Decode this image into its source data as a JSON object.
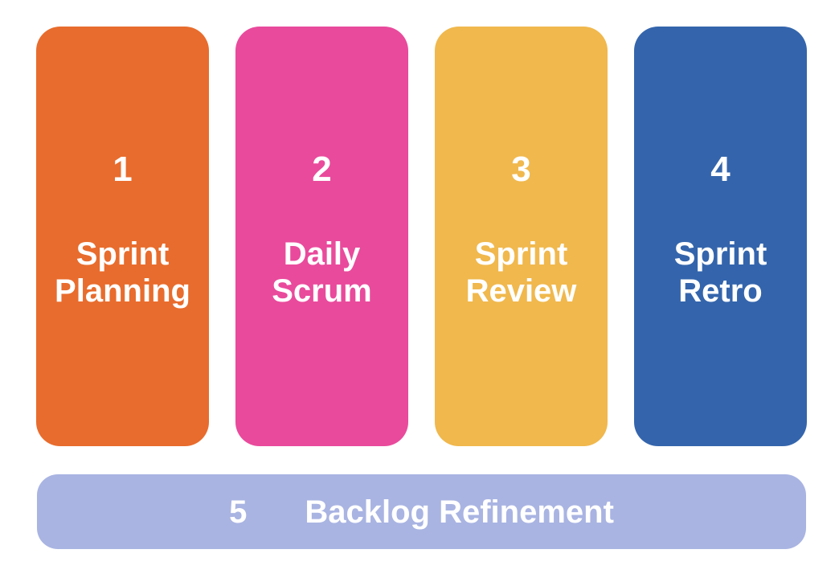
{
  "diagram": {
    "background": "#FFFFFF",
    "text_color": "#FFFFFF",
    "columns": [
      {
        "number": "1",
        "label_lines": [
          "Sprint",
          "Planning"
        ],
        "color": "#E86C2D"
      },
      {
        "number": "2",
        "label_lines": [
          "Daily",
          "Scrum"
        ],
        "color": "#E94A9C"
      },
      {
        "number": "3",
        "label_lines": [
          "Sprint",
          "Review"
        ],
        "color": "#F0B84D"
      },
      {
        "number": "4",
        "label_lines": [
          "Sprint",
          "Retro"
        ],
        "color": "#3465AC"
      }
    ],
    "bottom_bar": {
      "number": "5",
      "label": "Backlog Refinement",
      "color": "#A9B4E2"
    }
  }
}
